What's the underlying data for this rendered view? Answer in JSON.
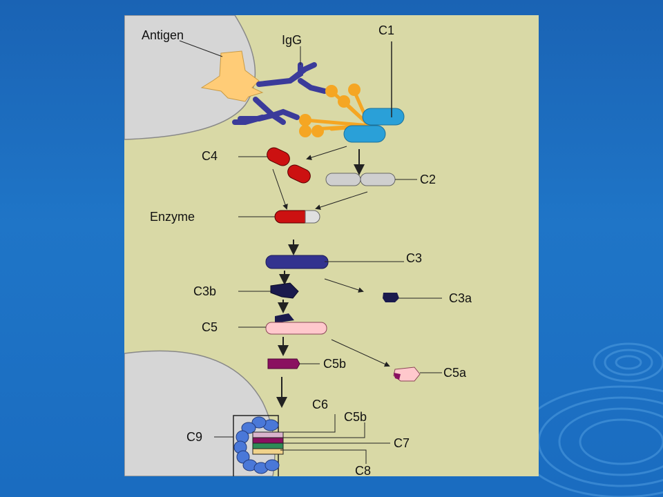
{
  "labels": {
    "antigen": "Antigen",
    "igg": "IgG",
    "c1": "C1",
    "c4": "C4",
    "c2": "C2",
    "enzyme": "Enzyme",
    "c3": "C3",
    "c3b": "C3b",
    "c3a": "C3a",
    "c5": "C5",
    "c5b": "C5b",
    "c5a": "C5a",
    "c6": "C6",
    "c5b_complex": "C5b",
    "c7": "C7",
    "c8": "C8",
    "c9": "C9"
  },
  "colors": {
    "slide_background": "#1f6fc2",
    "panel_background": "#d9d9a6",
    "cell_membrane": "#d6d6d6",
    "antigen": "#ffcc77",
    "igg": "#3b3b9a",
    "c1q_heads": "#f5a623",
    "c1rs": "#2aa0d8",
    "c4": "#cc1111",
    "c2": "#cfcfcf",
    "c3": "#33338f",
    "c3b": "#1a1a4d",
    "c5": "#ffc8cc",
    "c5b": "#8a1060",
    "mac_ring": "#4a78d8",
    "c7": "#2e8b57",
    "c8": "#f0d28a"
  }
}
